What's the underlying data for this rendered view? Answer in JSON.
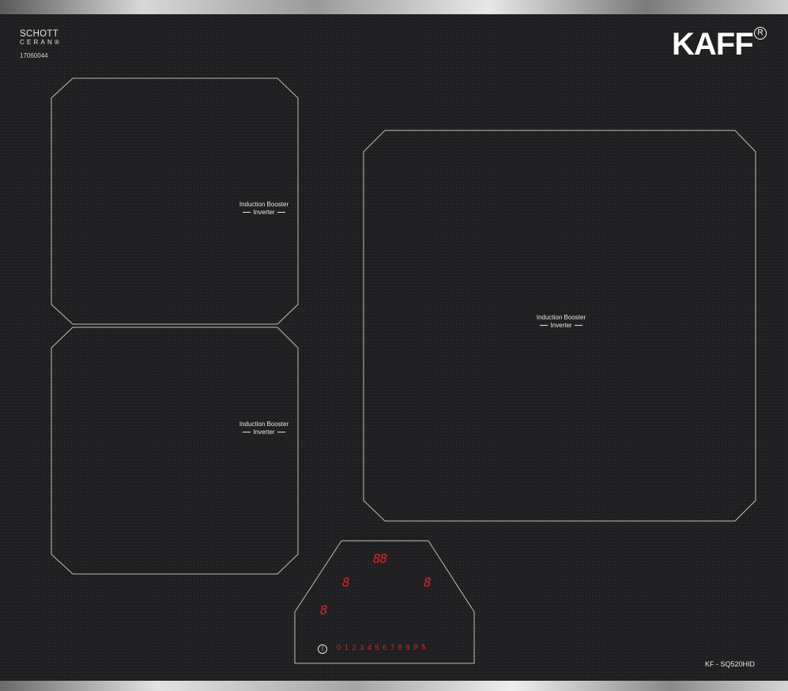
{
  "branding": {
    "schott_line1": "SCHOTT",
    "schott_line2": "CERAN",
    "schott_reg": "®",
    "serial": "17060044",
    "brand": "KAFF",
    "brand_reg": "R",
    "model": "KF - SQ520HID"
  },
  "zones": [
    {
      "title": "Induction Booster",
      "subtitle": "Inverter"
    },
    {
      "title": "Induction Booster",
      "subtitle": "Inverter"
    },
    {
      "title": "Induction Booster",
      "subtitle": "Inverter"
    }
  ],
  "control_panel": {
    "timer_display": "88",
    "left_display": "8",
    "right_display": "8",
    "lower_display": "8",
    "power_icon": "power-icon",
    "levels": [
      "0",
      "1",
      "2",
      "3",
      "4",
      "5",
      "6",
      "7",
      "8",
      "9",
      "P"
    ],
    "booster_symbol": "\\\\\\"
  },
  "colors": {
    "glass": "#1f1f21",
    "outline": "#bcbcbc",
    "led": "#d8262a"
  }
}
